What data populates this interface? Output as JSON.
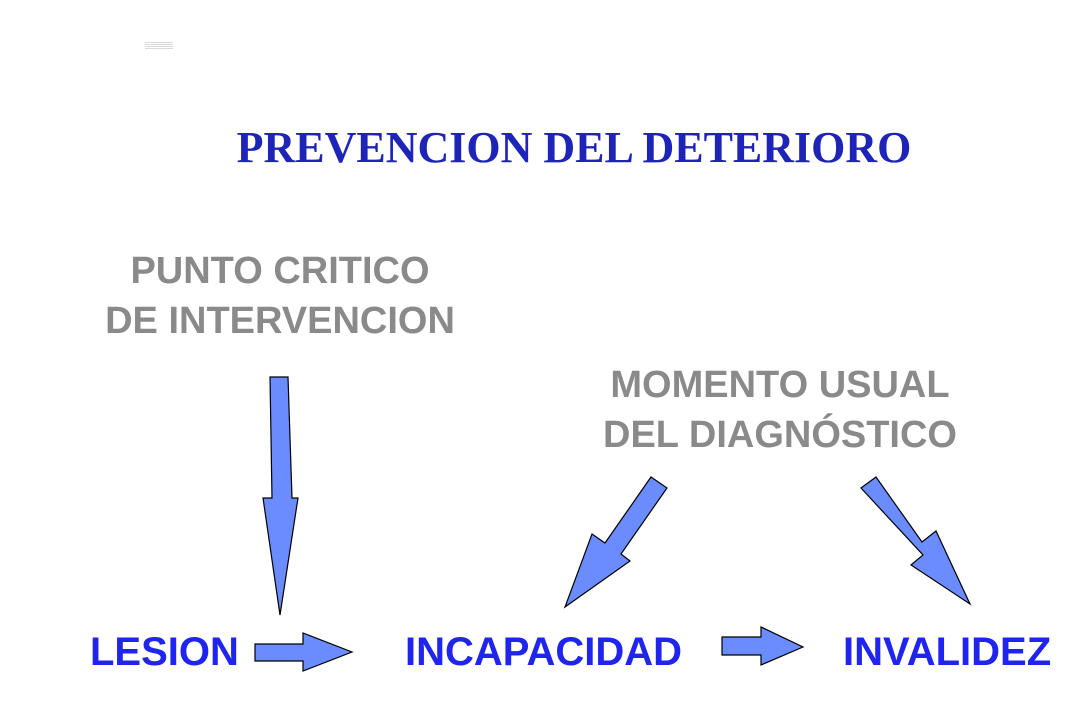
{
  "title": "PREVENCION DEL DETERIORO",
  "labels": {
    "punto_critico": [
      "PUNTO CRITICO",
      "DE INTERVENCION"
    ],
    "momento_usual": [
      "MOMENTO USUAL",
      "DEL DIAGNÓSTICO"
    ]
  },
  "stages": [
    "LESION",
    "INCAPACIDAD",
    "INVALIDEZ"
  ],
  "colors": {
    "title": "#1f24b8",
    "labels": "#8a8a8a",
    "stages": "#1f24ef",
    "arrow_fill": "#6b8cff"
  }
}
